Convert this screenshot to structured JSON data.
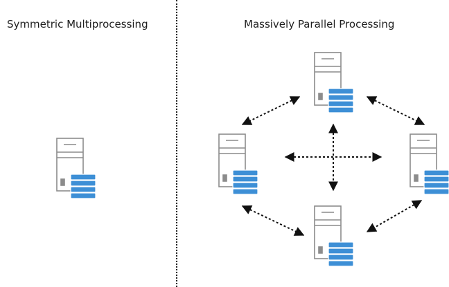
{
  "diagram": {
    "left_panel": {
      "title": "Symmetric Multiprocessing"
    },
    "right_panel": {
      "title": "Massively Parallel Processing"
    },
    "colors": {
      "server_outline": "#8c8c8c",
      "disk_fill": "#3d8fd6",
      "disk_edge": "#2b6fae",
      "arrow": "#111111",
      "text": "#1e1e1e"
    },
    "icons": [
      "server-icon",
      "database-icon",
      "bidirectional-arrow"
    ],
    "smp_nodes": [
      "single-server"
    ],
    "mpp_nodes": [
      "top",
      "left",
      "right",
      "bottom"
    ],
    "mpp_links": [
      [
        "top",
        "left"
      ],
      [
        "top",
        "right"
      ],
      [
        "bottom",
        "left"
      ],
      [
        "bottom",
        "right"
      ],
      [
        "top",
        "bottom"
      ],
      [
        "left",
        "right"
      ]
    ]
  }
}
